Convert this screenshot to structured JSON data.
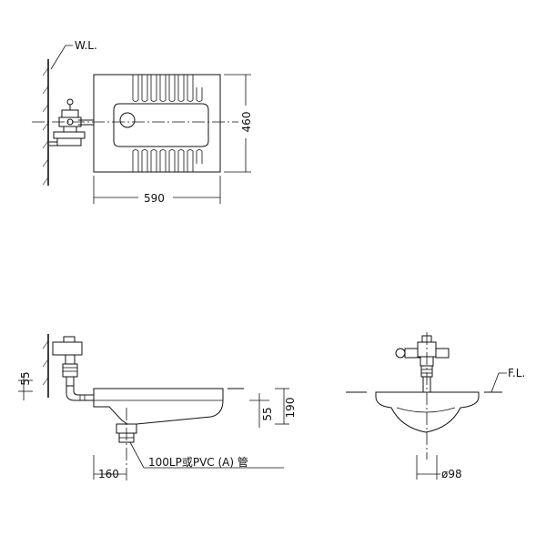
{
  "labels": {
    "wall_line": "W.L.",
    "floor_line": "F.L.",
    "width_590": "590",
    "depth_460": "460",
    "height_55_left": "55",
    "height_55_right": "55",
    "height_190": "190",
    "offset_160": "160",
    "pipe_note": "100LP或PVC (A) 管",
    "diameter_98": "ø98"
  }
}
